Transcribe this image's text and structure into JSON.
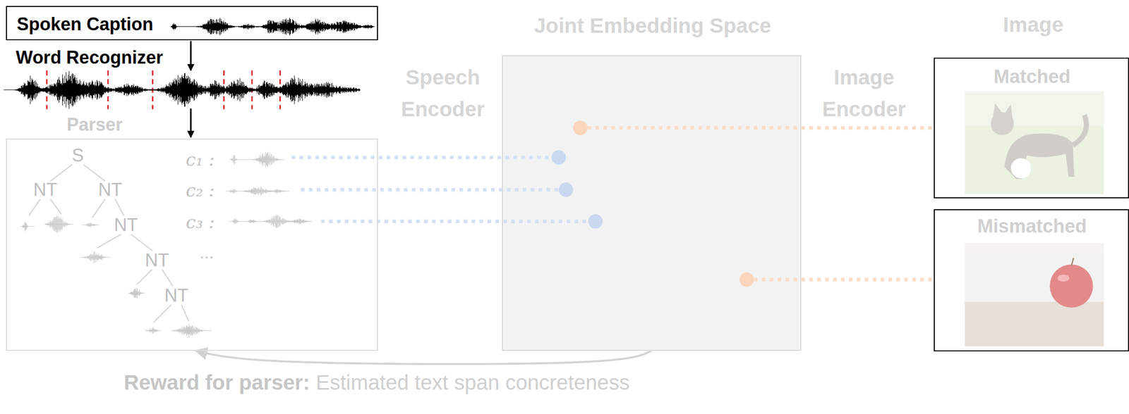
{
  "diagram": {
    "nodes": [
      {
        "text": [
          "Spoken Caption"
        ]
      },
      {
        "text": [
          "Parser"
        ]
      },
      {
        "text": [
          "Joint Embedding Space"
        ]
      },
      {
        "text": [
          "Matched"
        ]
      },
      {
        "text": [
          "Mismatched"
        ]
      }
    ],
    "edges": [
      {
        "from": 2,
        "to": 1,
        "arrow": "to"
      }
    ],
    "labels": [
      "Word Recognizer",
      "Speech Encoder",
      "Image Encoder",
      "Image",
      "S",
      "NT",
      "NT",
      "NT",
      "NT",
      "NT",
      "c₁ :",
      "c₂ :",
      "c₃ :",
      "...",
      "Reward for parser:",
      "Estimated text span concreteness"
    ]
  }
}
